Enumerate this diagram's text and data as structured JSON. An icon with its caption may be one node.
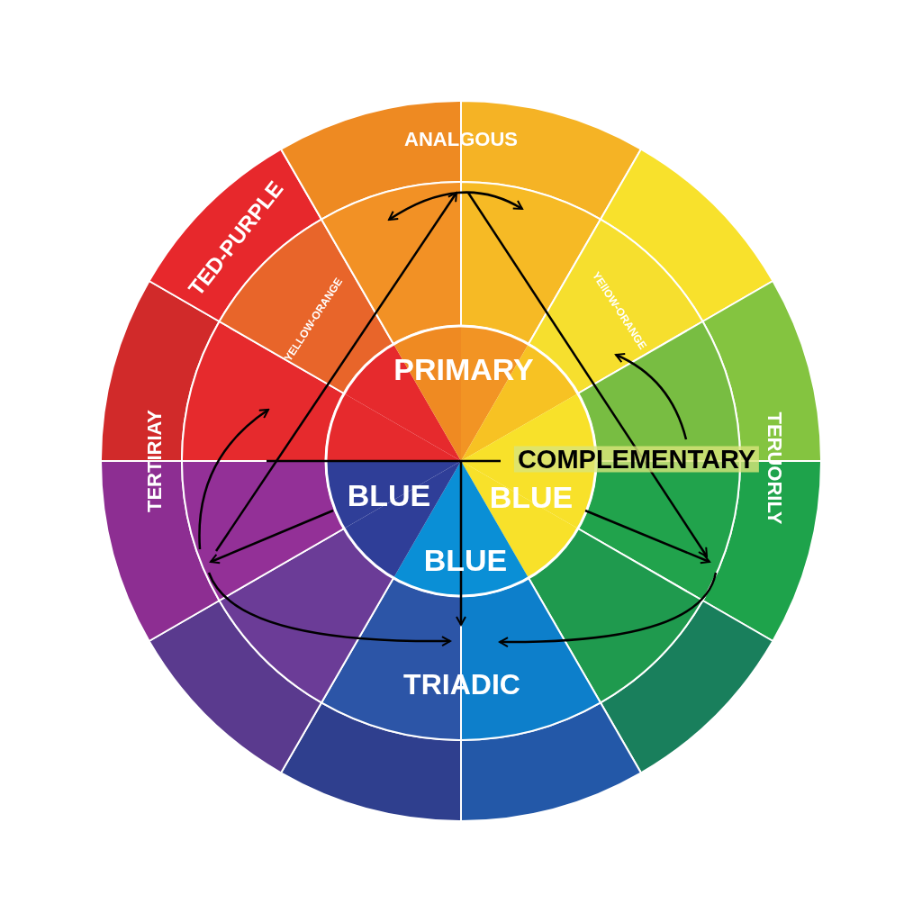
{
  "diagram": {
    "labels": [
      "ANALGOUS",
      "TED-PURPLE",
      "YELLOW-ORANGE",
      "YEllOW-ORANGE",
      "PRIMARY",
      "TERTIRIAY",
      "COMPLEMENTARY",
      "TERUORILY",
      "BLUE",
      "BLUE",
      "BLUE",
      "TRIADIC"
    ]
  }
}
